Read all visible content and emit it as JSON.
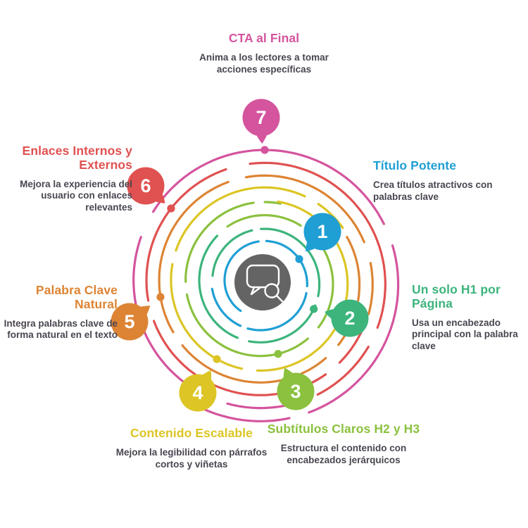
{
  "center": {
    "icon": "chat-search-icon",
    "circle_color": "#646464"
  },
  "body_text_color": "#4a4550",
  "steps": [
    {
      "number": "1",
      "title": "Título Potente",
      "description": "Crea títulos atractivos con palabras clave",
      "color": "#1f9fd4"
    },
    {
      "number": "2",
      "title": "Un solo H1 por Página",
      "description": "Usa un encabezado principal con la palabra clave",
      "color": "#3cb47c"
    },
    {
      "number": "3",
      "title": "Subtítulos Claros H2 y H3",
      "description": "Estructura el contenido con encabezados jerárquicos",
      "color": "#8bc13e"
    },
    {
      "number": "4",
      "title": "Contenido Escalable",
      "description": "Mejora la legibilidad con párrafos cortos y viñetas",
      "color": "#dcc524"
    },
    {
      "number": "5",
      "title": "Palabra Clave Natural",
      "description": "Integra palabras clave de forma natural en el texto",
      "color": "#dd8434"
    },
    {
      "number": "6",
      "title": "Enlaces Internos y Externos",
      "description": "Mejora la experiencia del usuario con enlaces relevantes",
      "color": "#e05151"
    },
    {
      "number": "7",
      "title": "CTA al Final",
      "description": "Anima a los lectores a tomar acciones específicas",
      "color": "#d4549e"
    }
  ]
}
